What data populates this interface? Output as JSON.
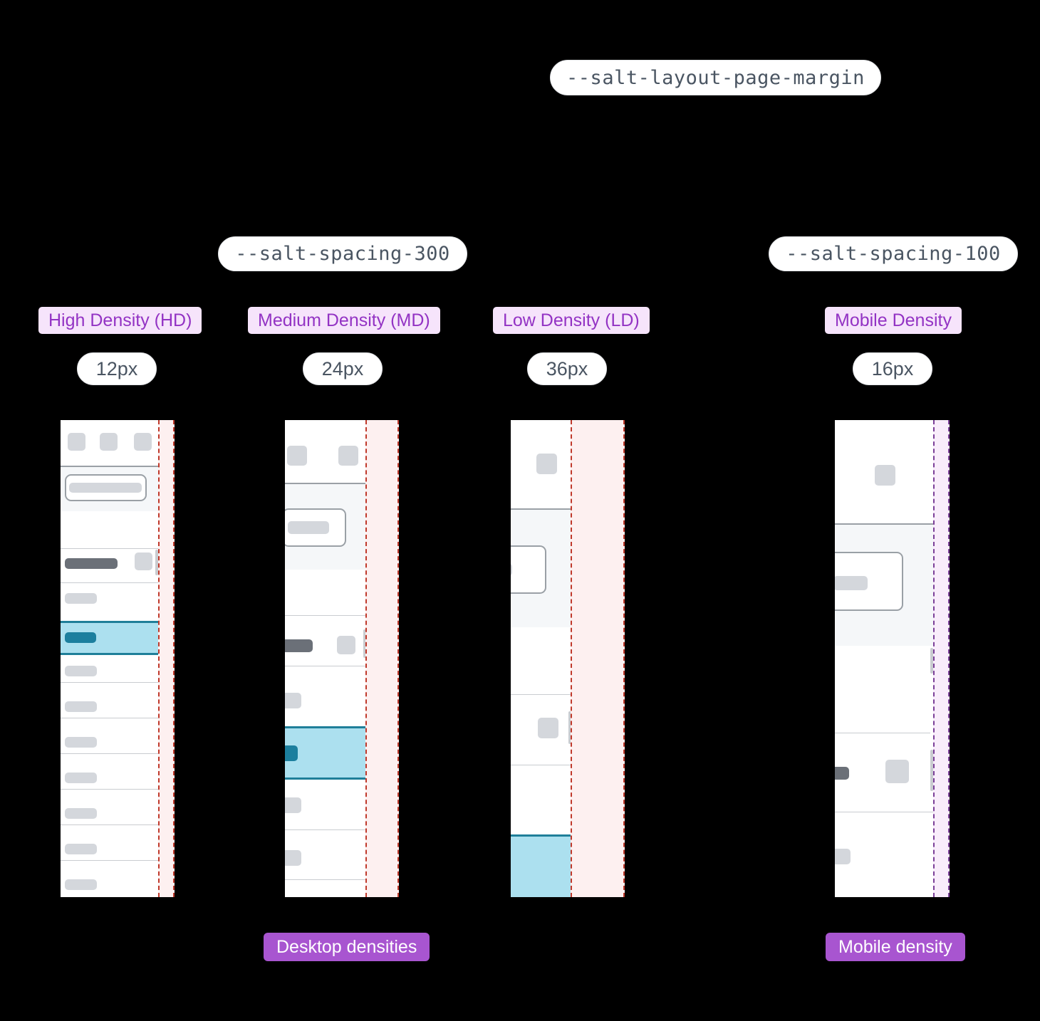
{
  "header": {
    "page_margin_token": "--salt-layout-page-margin"
  },
  "spacing_tokens": [
    {
      "label": "--salt-spacing-300",
      "applies_to": "desktop"
    },
    {
      "label": "--salt-spacing-100",
      "applies_to": "mobile"
    }
  ],
  "columns": [
    {
      "id": "hd",
      "density_label": "High Density (HD)",
      "margin_value": "12px",
      "margin_color": "#c0392b",
      "strip_fill": "#fdf0f0"
    },
    {
      "id": "md",
      "density_label": "Medium Density (MD)",
      "margin_value": "24px",
      "margin_color": "#c0392b",
      "strip_fill": "#fdf0f0"
    },
    {
      "id": "ld",
      "density_label": "Low Density (LD)",
      "margin_value": "36px",
      "margin_color": "#c0392b",
      "strip_fill": "#fdf0f0"
    },
    {
      "id": "mobile",
      "density_label": "Mobile Density",
      "margin_value": "16px",
      "margin_color": "#7b3f98",
      "strip_fill": "#f9edfb"
    }
  ],
  "captions": {
    "desktop": "Desktop densities",
    "mobile": "Mobile density"
  },
  "palette": {
    "background": "#000000",
    "panel": "#ffffff",
    "tag_text": "#9333c4",
    "tag_background": "#f6e4fb",
    "caption_background": "#a855d0",
    "caption_text": "#ffffff",
    "code_text": "#4a5562",
    "selected_row": "#ace0ef",
    "accent_teal": "#1c7f9e",
    "placeholder_grey": "#d4d7dc",
    "placeholder_dark": "#6b7078"
  }
}
